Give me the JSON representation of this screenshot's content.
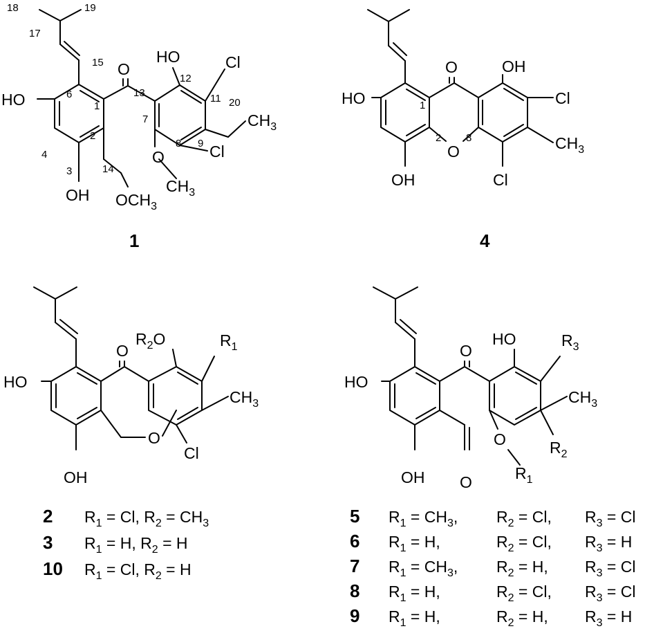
{
  "compounds": {
    "c1": {
      "id": "1",
      "atoms": {
        "ho_left": "HO",
        "oh_bottom": "OH",
        "ho_top": "HO",
        "cl_top": "Cl",
        "cl_bottom": "Cl",
        "o_ket": "O",
        "o_meo_ar": "O",
        "ch3_ar": "CH",
        "ch3_ar_sub": "3",
        "me_ch3": "CH",
        "me_ch3_sub": "3",
        "och3_c": "OCH",
        "och3_c_sub": "3"
      },
      "numbers": [
        "18",
        "19",
        "17",
        "15",
        "6",
        "1",
        "2",
        "3",
        "4",
        "14",
        "13",
        "12",
        "11",
        "7",
        "8",
        "9",
        "20"
      ]
    },
    "c4": {
      "id": "4",
      "atoms": {
        "ho_left": "HO",
        "oh_bottom": "OH",
        "o_ring": "O",
        "o_ket": "O",
        "oh_right": "OH",
        "cl_right": "Cl",
        "cl_bottom": "Cl",
        "ch3": "CH",
        "ch3_sub": "3"
      },
      "numbers": [
        "1",
        "2",
        "8"
      ]
    },
    "c2": {
      "id": "2",
      "atoms": {
        "ho_left": "HO",
        "oh_bottom": "OH",
        "o_ring": "O",
        "o_ket": "O",
        "r2o": "R",
        "r2o_sub": "2",
        "r2o_o": "O",
        "r1": "R",
        "r1_sub": "1",
        "ch3": "CH",
        "ch3_sub": "3",
        "cl": "Cl"
      }
    },
    "c5": {
      "atoms": {
        "ho_left": "HO",
        "oh_bottom": "OH",
        "o_ald": "O",
        "o_ket": "O",
        "ho_top": "HO",
        "r3": "R",
        "r3_sub": "3",
        "ch3": "CH",
        "ch3_sub": "3",
        "r2": "R",
        "r2_sub": "2",
        "o_r1": "O",
        "r1": "R",
        "r1_sub": "1"
      }
    }
  },
  "legend_left": [
    {
      "id": "2",
      "r1": "Cl",
      "r2": "CH",
      "r2_sub": "3"
    },
    {
      "id": "3",
      "r1": "H",
      "r2": "H",
      "r2_sub": ""
    },
    {
      "id": "10",
      "r1": "Cl",
      "r2": "H",
      "r2_sub": ""
    }
  ],
  "legend_right": [
    {
      "id": "5",
      "r1": "CH",
      "r1_sub": "3",
      "r2": "Cl",
      "r3": "Cl"
    },
    {
      "id": "6",
      "r1": "H",
      "r1_sub": "",
      "r2": "Cl",
      "r3": "H"
    },
    {
      "id": "7",
      "r1": "CH",
      "r1_sub": "3",
      "r2": "H",
      "r3": "Cl"
    },
    {
      "id": "8",
      "r1": "H",
      "r1_sub": "",
      "r2": "Cl",
      "r3": "Cl"
    },
    {
      "id": "9",
      "r1": "H",
      "r1_sub": "",
      "r2": "H",
      "r3": "H"
    }
  ],
  "legend_tokens": {
    "R": "R",
    "eq": " = ",
    "comma": ", "
  }
}
